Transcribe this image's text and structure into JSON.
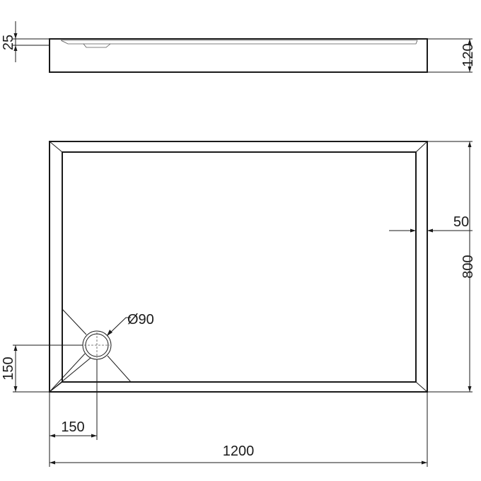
{
  "drawing": {
    "side_view": {
      "depth_label": "25",
      "height_label": "120"
    },
    "top_view": {
      "width_label": "1200",
      "length_label": "800",
      "rim_label": "50",
      "drain_diameter_label": "Ø90",
      "drain_offset_x_label": "150",
      "drain_offset_y_label": "150"
    }
  }
}
